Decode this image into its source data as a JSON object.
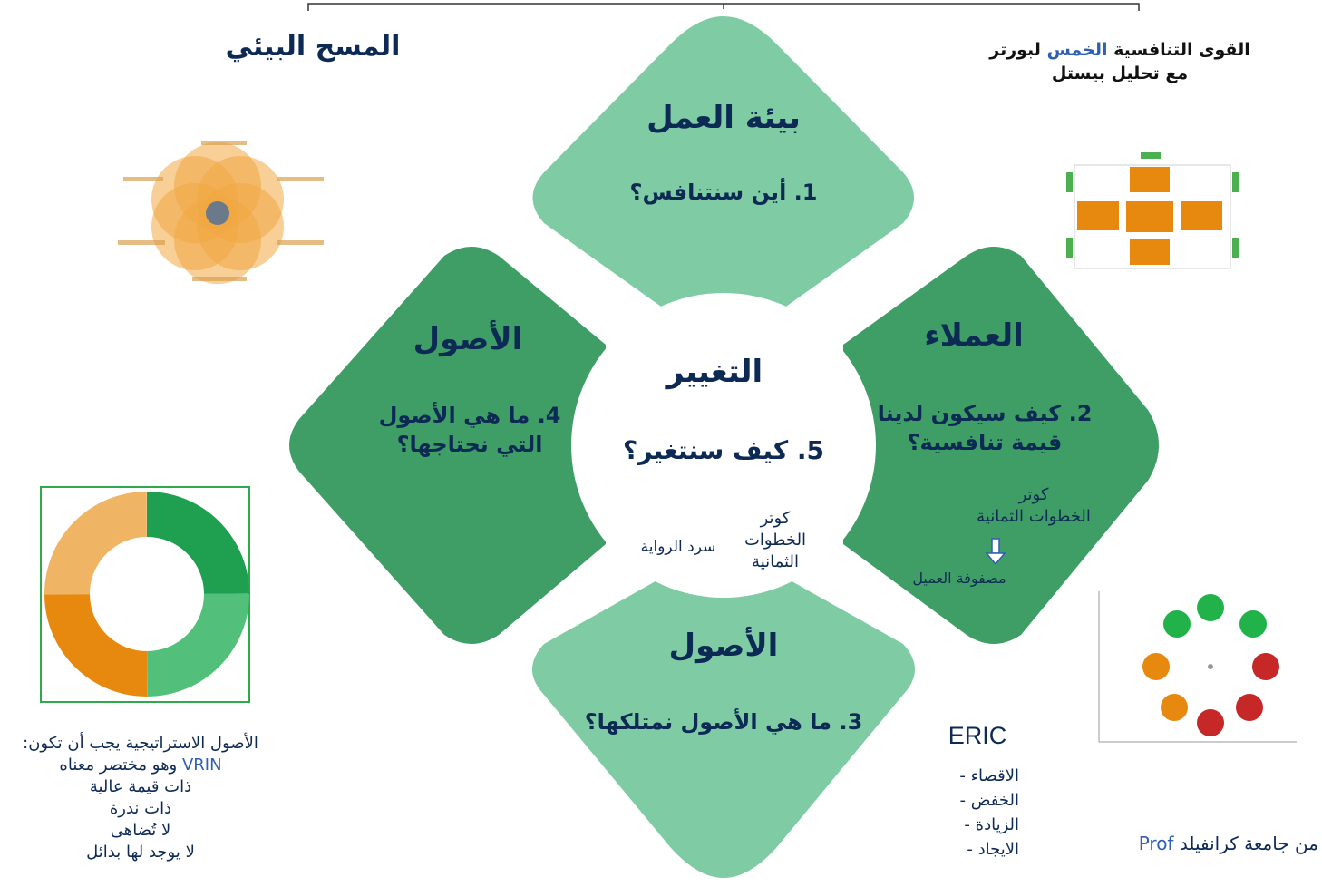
{
  "colors": {
    "light_green": "#7ecba4",
    "mid_green": "#5aa873",
    "dark_green": "#2e8b57",
    "navy": "#0d2a55",
    "orange": "#e8890f",
    "accent_blue": "#2e5fb3"
  },
  "header": {
    "left_title": "المسح البيئي",
    "right_title_pre": "القوى التنافسية ",
    "right_title_accent": "الخمس",
    "right_title_post": " لبورتر",
    "right_subtitle": "مع تحليل بيستل"
  },
  "top_diamond": {
    "title": "بيئة العمل",
    "question": "1. أين سنتنافس؟"
  },
  "right_diamond": {
    "title": "العملاء",
    "question_line1": "2. كيف سيكون لدينا",
    "question_line2": "قيمة تنافسية؟",
    "kotter_line1": "كوتر",
    "kotter_line2": "الخطوات الثمانية",
    "customer_matrix": "مصفوفة العميل"
  },
  "left_diamond": {
    "title": "الأصول",
    "question_line1": "4. ما هي الأصول",
    "question_line2": "التي نحتاجها؟"
  },
  "bottom_diamond": {
    "title": "الأصول",
    "question": "3. ما هي الأصول نمتلكها؟"
  },
  "center": {
    "title": "التغيير",
    "question": "5. كيف سنتغير؟",
    "kotter_line1": "كوتر",
    "kotter_line2": "الخطوات",
    "kotter_line3": "الثمانية",
    "storytelling": "سرد الرواية"
  },
  "vrin": {
    "line1": "الأصول الاستراتيجية يجب أن تكون:",
    "line2_acronym": "VRIN",
    "line2_rest": " وهو مختصر معناه",
    "line3": "ذات قيمة عالية",
    "line4": "ذات ندرة",
    "line5": "لا تُضاهى",
    "line6": "لا يوجد لها بدائل"
  },
  "eric": {
    "title": "ERIC",
    "items": [
      "الاقصاء",
      "الخفض",
      "الزيادة",
      "الايجاد"
    ]
  },
  "credit": {
    "prefix": "Prof",
    "rest": " من جامعة كرانفيلد"
  }
}
